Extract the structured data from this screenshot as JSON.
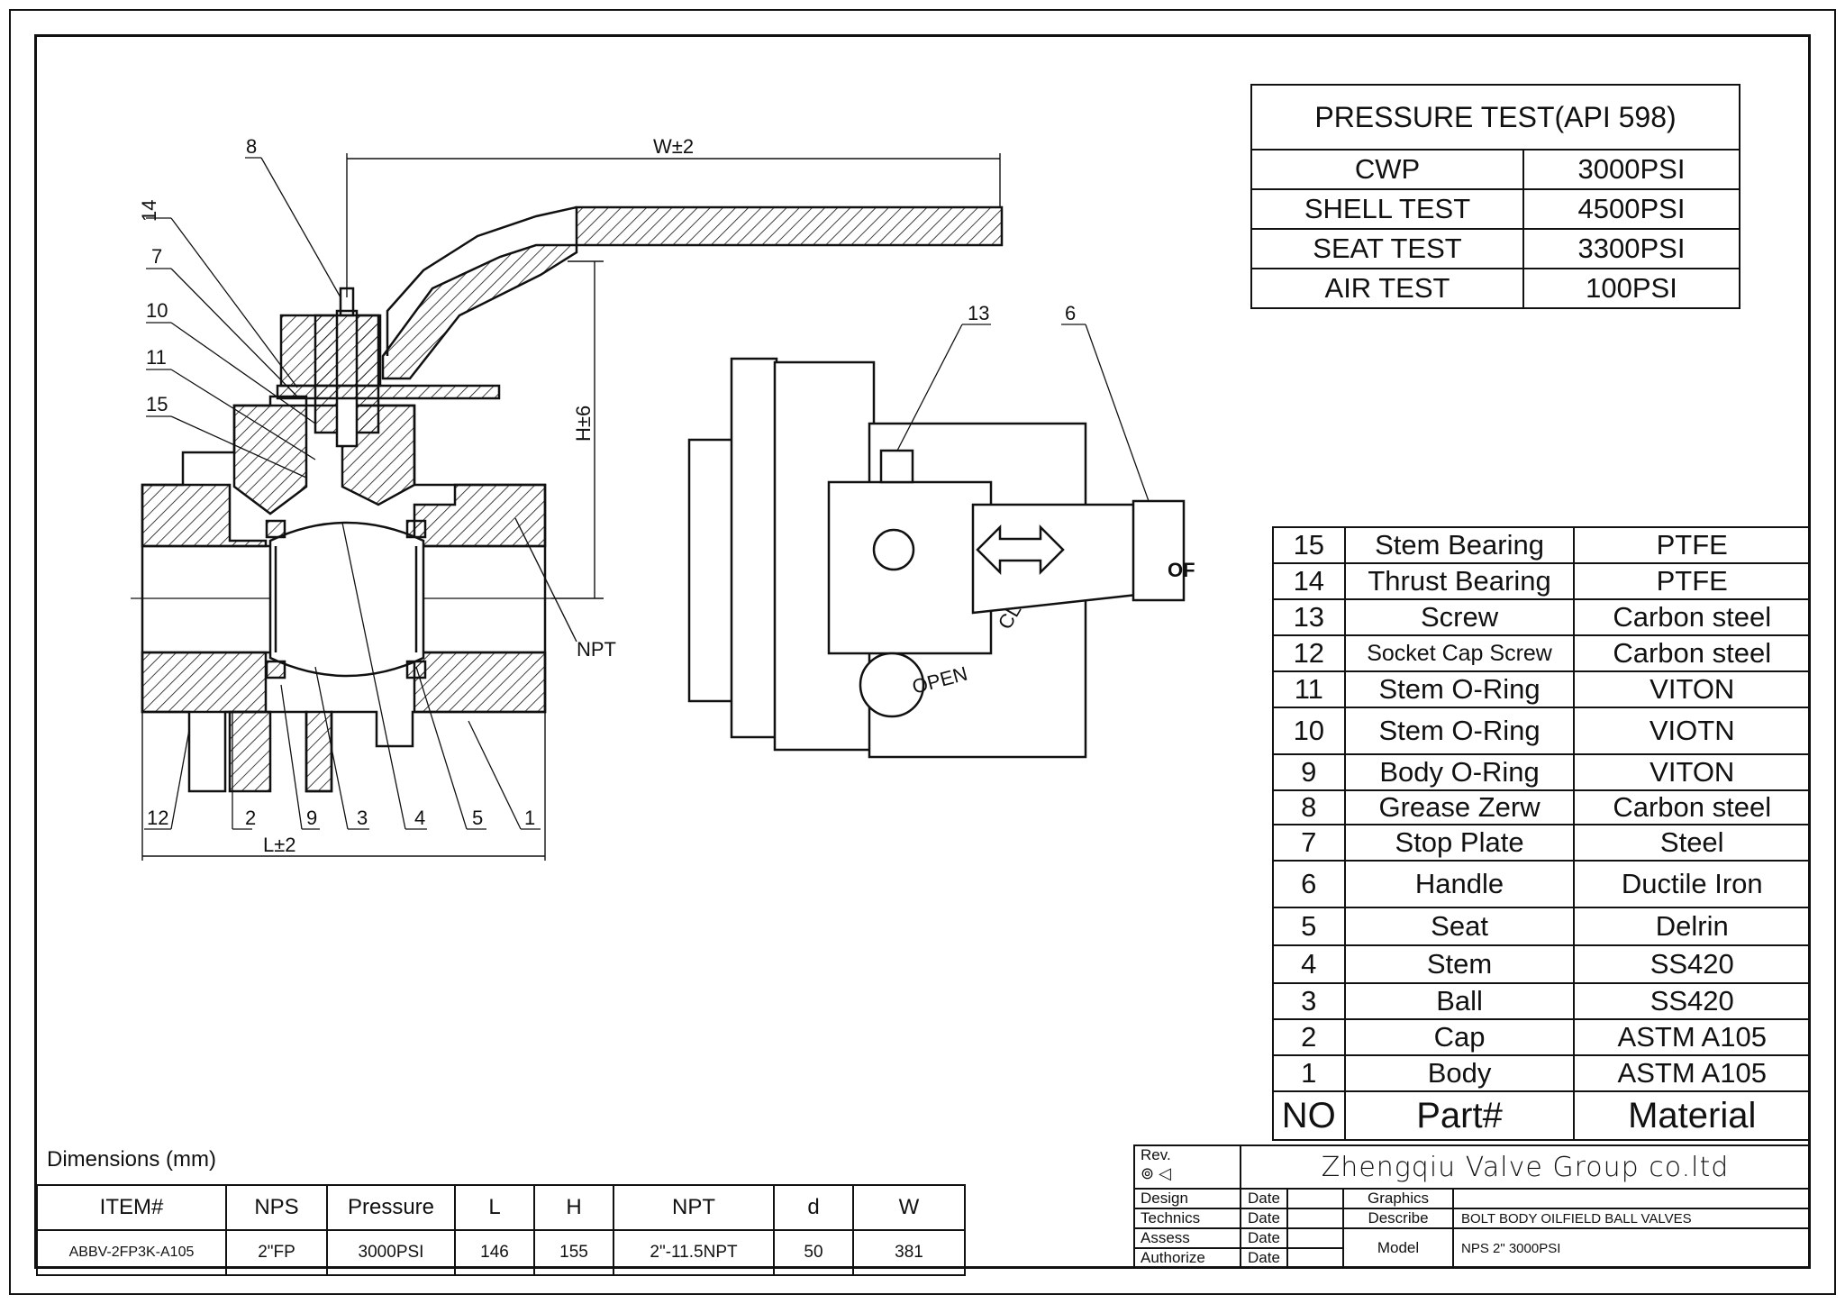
{
  "pressure_test": {
    "title": "PRESSURE TEST(API 598)",
    "rows": [
      {
        "label": "CWP",
        "value": "3000PSI"
      },
      {
        "label": "SHELL TEST",
        "value": "4500PSI"
      },
      {
        "label": "SEAT TEST",
        "value": "3300PSI"
      },
      {
        "label": "AIR TEST",
        "value": "100PSI"
      }
    ]
  },
  "parts_list": {
    "header": {
      "no": "NO",
      "part": "Part#",
      "material": "Material"
    },
    "rows": [
      {
        "no": "15",
        "part": "Stem Bearing",
        "material": "PTFE"
      },
      {
        "no": "14",
        "part": "Thrust Bearing",
        "material": "PTFE"
      },
      {
        "no": "13",
        "part": "Screw",
        "material": "Carbon steel"
      },
      {
        "no": "12",
        "part": "Socket Cap Screw",
        "material": "Carbon steel"
      },
      {
        "no": "11",
        "part": "Stem O-Ring",
        "material": "VITON"
      },
      {
        "no": "10",
        "part": "Stem O-Ring",
        "material": "VIOTN"
      },
      {
        "no": "9",
        "part": "Body O-Ring",
        "material": "VITON"
      },
      {
        "no": "8",
        "part": "Grease Zerw",
        "material": "Carbon steel"
      },
      {
        "no": "7",
        "part": "Stop Plate",
        "material": "Steel"
      },
      {
        "no": "6",
        "part": "Handle",
        "material": "Ductile Iron"
      },
      {
        "no": "5",
        "part": "Seat",
        "material": "Delrin"
      },
      {
        "no": "4",
        "part": "Stem",
        "material": "SS420"
      },
      {
        "no": "3",
        "part": "Ball",
        "material": "SS420"
      },
      {
        "no": "2",
        "part": "Cap",
        "material": "ASTM A105"
      },
      {
        "no": "1",
        "part": "Body",
        "material": "ASTM A105"
      }
    ]
  },
  "dimensions": {
    "title": "Dimensions (mm)",
    "headers": [
      "ITEM#",
      "NPS",
      "Pressure",
      "L",
      "H",
      "NPT",
      "d",
      "W"
    ],
    "row": [
      "ABBV-2FP3K-A105",
      "2\"FP",
      "3000PSI",
      "146",
      "155",
      "2\"-11.5NPT",
      "50",
      "381"
    ]
  },
  "title_block": {
    "company": "Zhengqiu Valve Group co.ltd",
    "rev": "Rev.",
    "design": "Design",
    "technics": "Technics",
    "assess": "Assess",
    "authorize": "Authorize",
    "date": "Date",
    "graphics": "Graphics",
    "describe_label": "Describe",
    "describe_value": "BOLT BODY OILFIELD BALL VALVES",
    "model_label": "Model",
    "model_value": "NPS 2\" 3000PSI"
  },
  "drawing_labels": {
    "callouts": [
      "8",
      "14",
      "7",
      "10",
      "11",
      "15",
      "13",
      "6",
      "12",
      "2",
      "9",
      "3",
      "4",
      "5",
      "1"
    ],
    "w_dim": "W±2",
    "h_dim": "H±6",
    "l_dim": "L±2",
    "npt": "NPT",
    "open": "OPEN",
    "close_frag": "CL",
    "off_frag": "OF"
  }
}
